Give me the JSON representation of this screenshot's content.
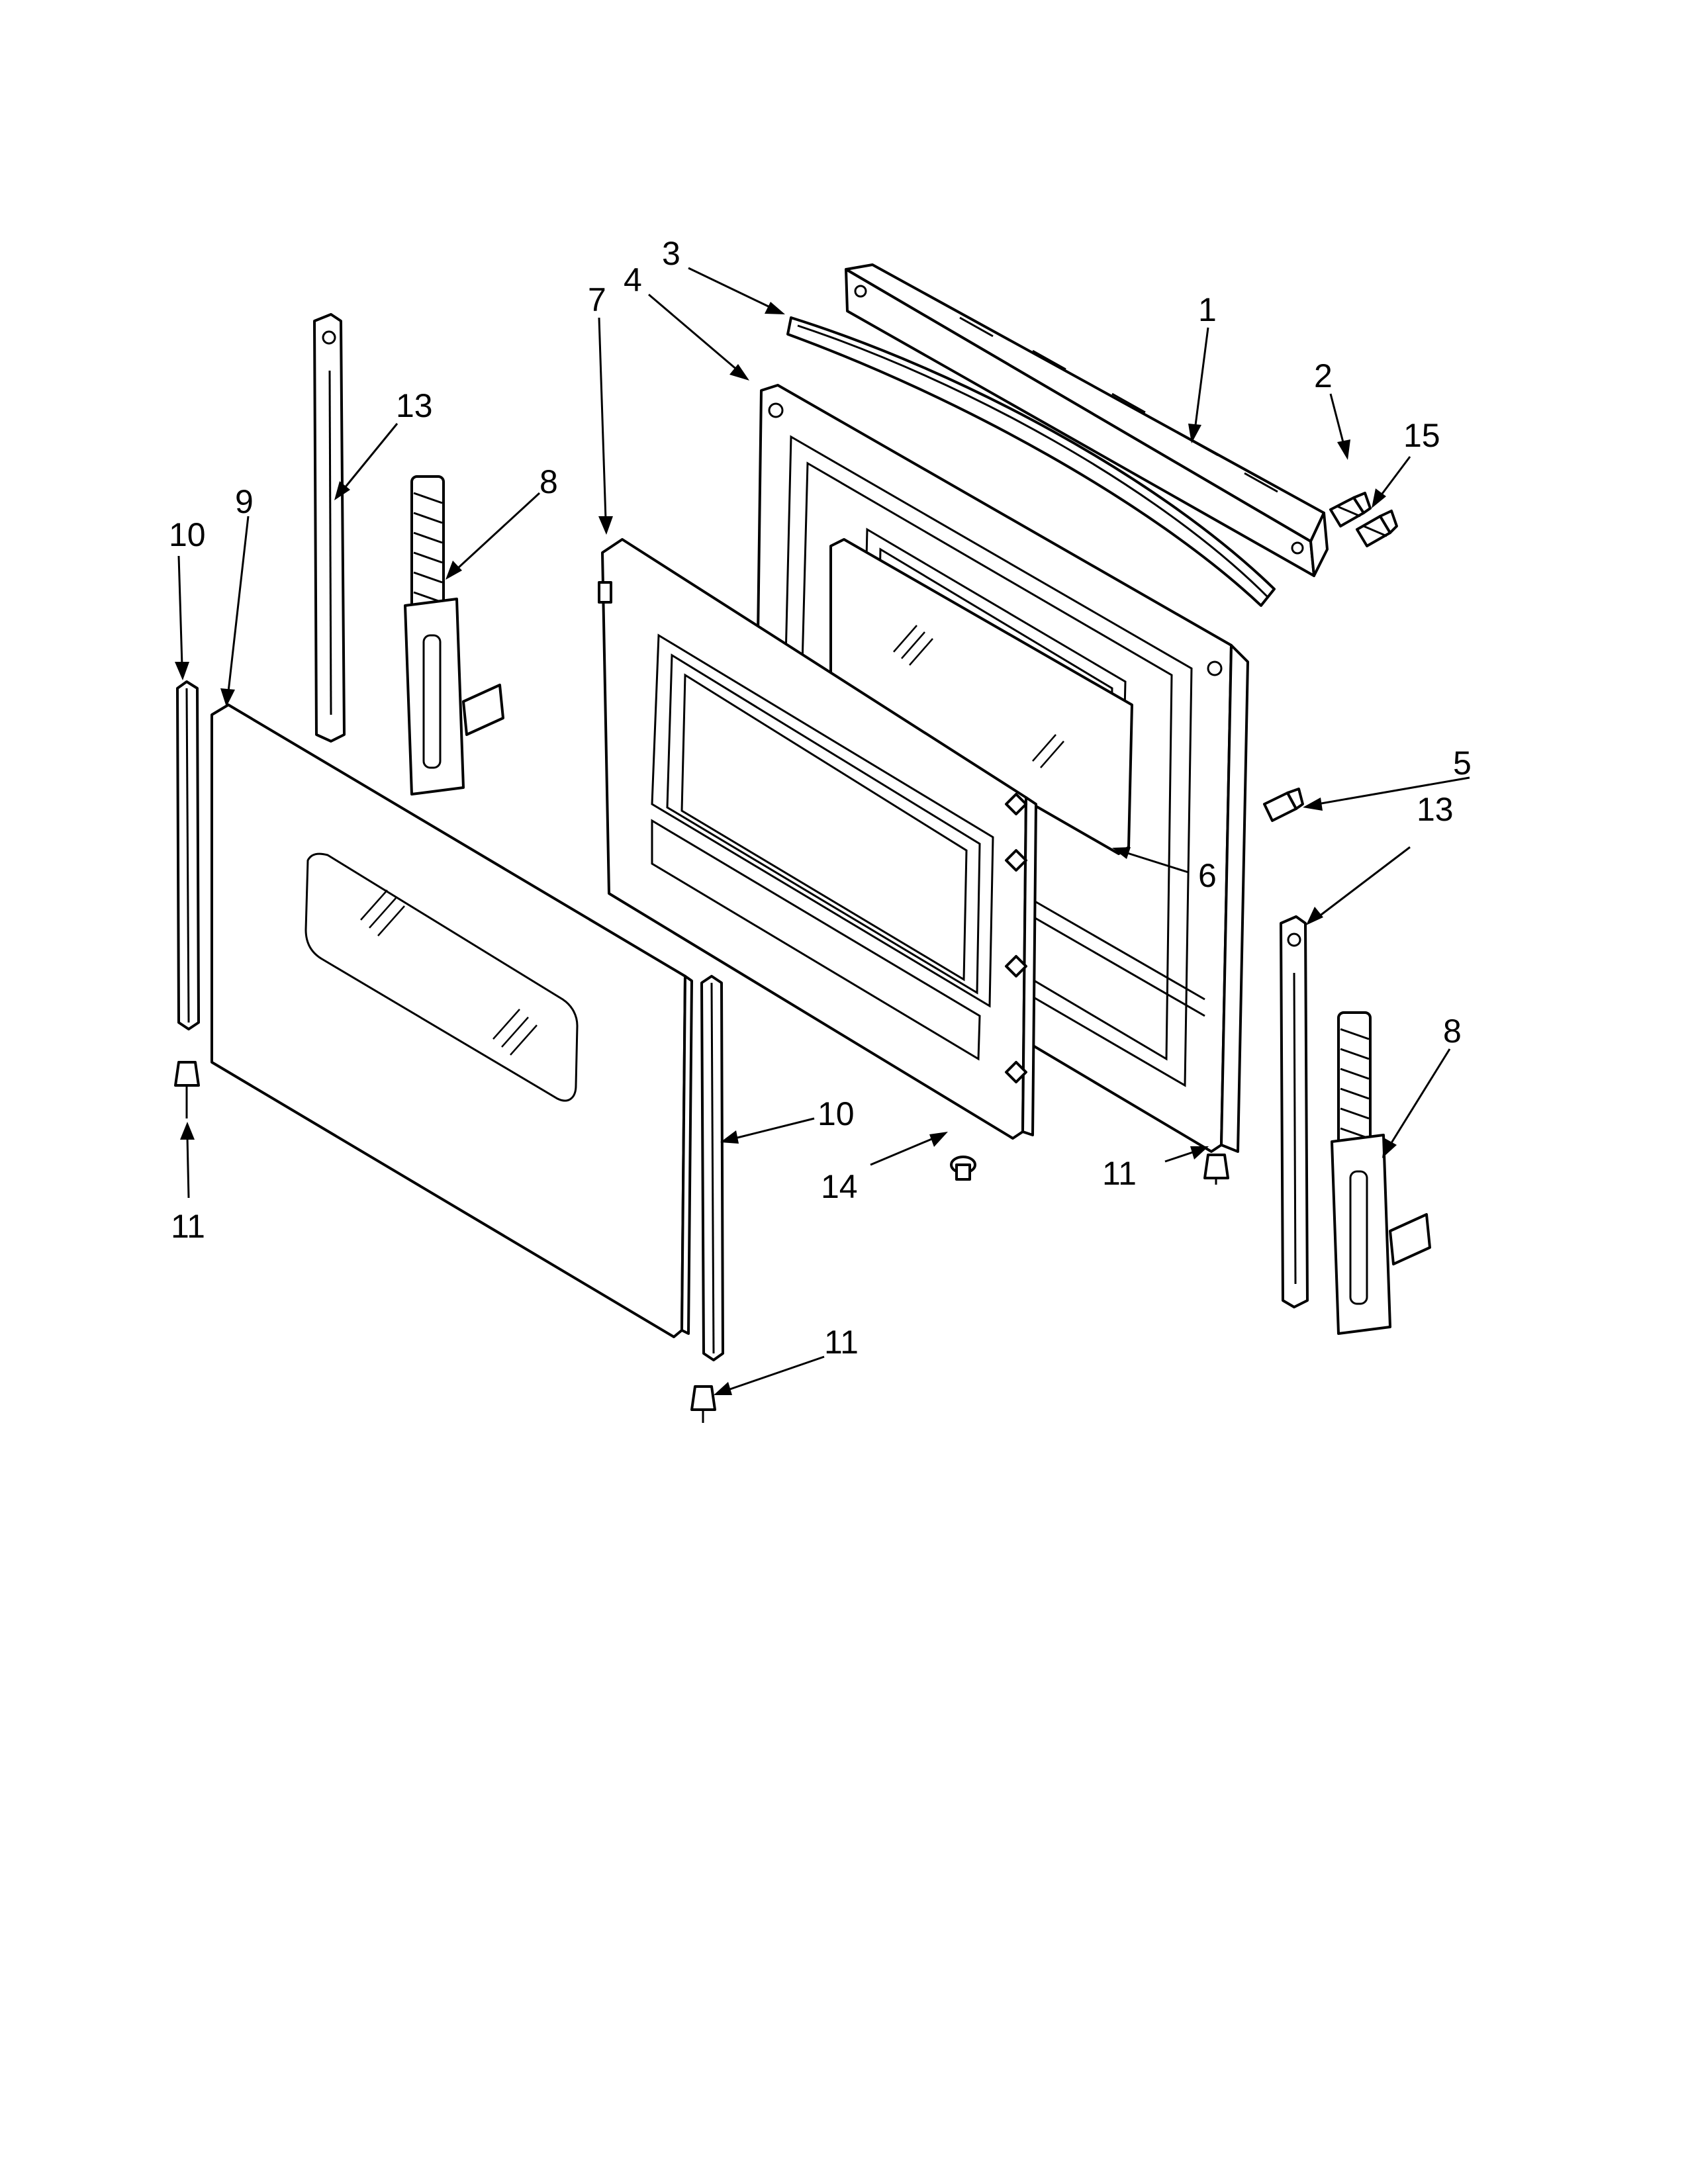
{
  "diagram": {
    "callouts": [
      {
        "id": "c1",
        "label": "1"
      },
      {
        "id": "c2",
        "label": "2"
      },
      {
        "id": "c3",
        "label": "3"
      },
      {
        "id": "c4",
        "label": "4"
      },
      {
        "id": "c5",
        "label": "5"
      },
      {
        "id": "c6",
        "label": "6"
      },
      {
        "id": "c7",
        "label": "7"
      },
      {
        "id": "c8a",
        "label": "8"
      },
      {
        "id": "c8b",
        "label": "8"
      },
      {
        "id": "c9",
        "label": "9"
      },
      {
        "id": "c10a",
        "label": "10"
      },
      {
        "id": "c10b",
        "label": "10"
      },
      {
        "id": "c11a",
        "label": "11"
      },
      {
        "id": "c11b",
        "label": "11"
      },
      {
        "id": "c11c",
        "label": "11"
      },
      {
        "id": "c13a",
        "label": "13"
      },
      {
        "id": "c13b",
        "label": "13"
      },
      {
        "id": "c14",
        "label": "14"
      },
      {
        "id": "c15",
        "label": "15"
      }
    ]
  }
}
